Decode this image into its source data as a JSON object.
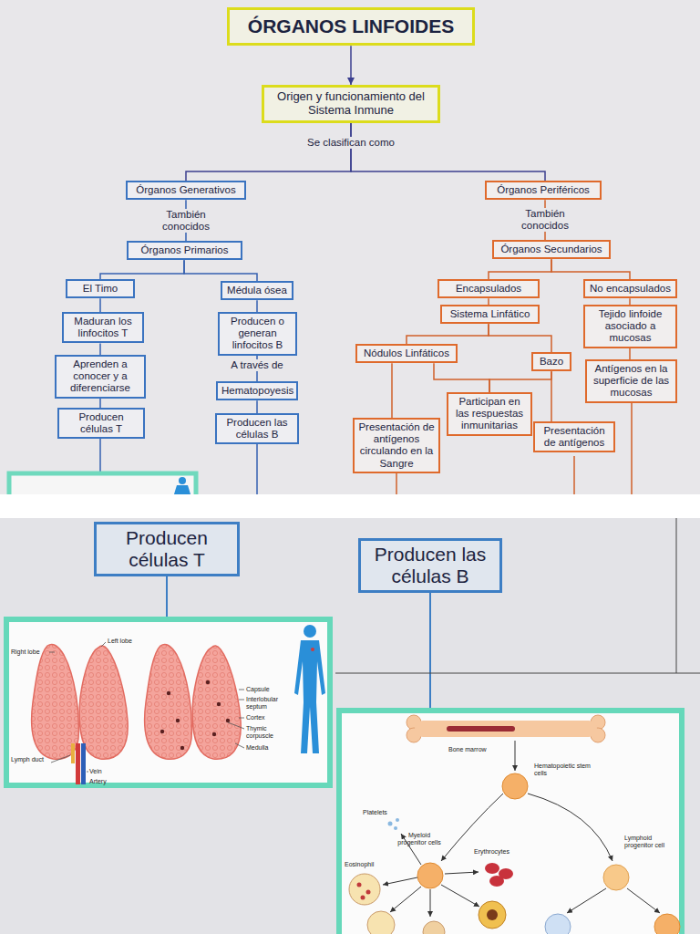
{
  "diagram": {
    "nodes": [
      {
        "text": [
          "ÓRGANOS LINFOIDES"
        ]
      },
      {
        "text": [
          "Origen y funcionamiento del Sistema Inmune"
        ]
      },
      {
        "text": [
          "Órganos Generativos"
        ]
      },
      {
        "text": [
          "Órganos Primarios"
        ]
      },
      {
        "text": [
          "El Timo"
        ]
      },
      {
        "text": [
          "Maduran los linfocitos T"
        ]
      },
      {
        "text": [
          "Aprenden a conocer y a diferenciarse"
        ]
      },
      {
        "text": [
          "Producen células T"
        ]
      },
      {
        "text": [
          "Médula ósea"
        ]
      },
      {
        "text": [
          "Producen o generan linfocitos B"
        ]
      },
      {
        "text": [
          "Hematopoyesis"
        ]
      },
      {
        "text": [
          "Producen las células B"
        ]
      },
      {
        "text": [
          "Órganos Periféricos"
        ]
      },
      {
        "text": [
          "Órganos Secundarios"
        ]
      },
      {
        "text": [
          "Encapsulados"
        ]
      },
      {
        "text": [
          "Sistema Linfático"
        ]
      },
      {
        "text": [
          "Nódulos Linfáticos"
        ]
      },
      {
        "text": [
          "Bazo"
        ]
      },
      {
        "text": [
          "Participan en las respuestas inmunitarias"
        ]
      },
      {
        "text": [
          "Presentación de antígenos circulando en la Sangre"
        ]
      },
      {
        "text": [
          "Presentación de antígenos"
        ]
      },
      {
        "text": [
          "No encapsulados"
        ]
      },
      {
        "text": [
          "Tejido linfoide asociado a mucosas"
        ]
      },
      {
        "text": [
          "Antígenos en la superficie de las mucosas"
        ]
      },
      {
        "text": [
          "Producen células T"
        ]
      },
      {
        "text": [
          "Producen las células B"
        ]
      }
    ],
    "edges": [
      {
        "from": 0,
        "to": 1,
        "arrow": "to"
      },
      {
        "from": 1,
        "to": 2,
        "arrow": "none",
        "label": "Se clasifican como"
      },
      {
        "from": 1,
        "to": 12,
        "arrow": "none"
      },
      {
        "from": 2,
        "to": 3,
        "arrow": "none",
        "label": "También conocidos"
      },
      {
        "from": 3,
        "to": 4,
        "arrow": "none"
      },
      {
        "from": 3,
        "to": 8,
        "arrow": "none"
      },
      {
        "from": 4,
        "to": 5,
        "arrow": "none"
      },
      {
        "from": 5,
        "to": 6,
        "arrow": "none"
      },
      {
        "from": 6,
        "to": 7,
        "arrow": "none"
      },
      {
        "from": 8,
        "to": 9,
        "arrow": "none"
      },
      {
        "from": 9,
        "to": 10,
        "arrow": "none",
        "label": "A través de"
      },
      {
        "from": 10,
        "to": 11,
        "arrow": "none"
      },
      {
        "from": 12,
        "to": 13,
        "arrow": "none",
        "label": "También conocidos"
      },
      {
        "from": 13,
        "to": 14,
        "arrow": "none"
      },
      {
        "from": 13,
        "to": 21,
        "arrow": "none"
      },
      {
        "from": 14,
        "to": 15,
        "arrow": "none"
      },
      {
        "from": 15,
        "to": 16,
        "arrow": "none"
      },
      {
        "from": 15,
        "to": 17,
        "arrow": "none"
      },
      {
        "from": 16,
        "to": 18,
        "arrow": "none"
      },
      {
        "from": 17,
        "to": 18,
        "arrow": "none"
      },
      {
        "from": 16,
        "to": 19,
        "arrow": "none"
      },
      {
        "from": 17,
        "to": 20,
        "arrow": "none"
      },
      {
        "from": 21,
        "to": 22,
        "arrow": "none"
      },
      {
        "from": 22,
        "to": 23,
        "arrow": "none"
      }
    ],
    "labels": [
      "Right lobe",
      "Left lobe",
      "Lymph duct",
      "Vein",
      "Artery",
      "Capsule",
      "Interlobular septum",
      "Cortex",
      "Thymic corpuscle",
      "Medulla",
      "Bone marrow",
      "Hematopoietic stem cells",
      "Platelets",
      "Myeloid progenitor cells",
      "Erythrocytes",
      "Eosinophil",
      "Lymphoid progenitor cell"
    ]
  }
}
